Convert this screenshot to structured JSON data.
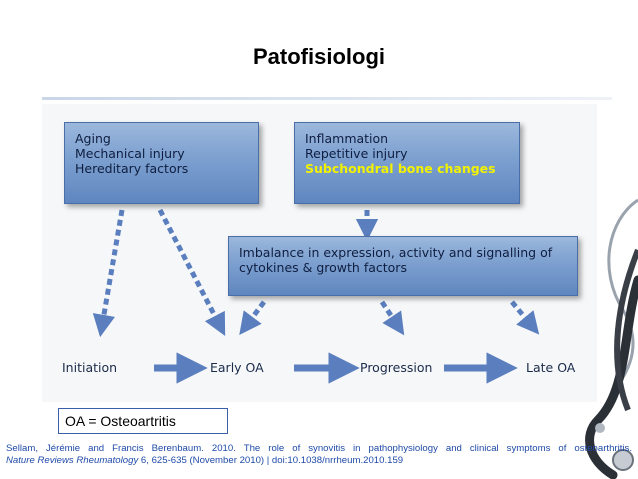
{
  "slide": {
    "title": "Patofisiologi"
  },
  "diagram": {
    "causes_left": [
      "Aging",
      "Mechanical injury",
      "Hereditary factors"
    ],
    "causes_right": [
      "Inflammation",
      "Repetitive injury"
    ],
    "causes_right_highlight": "Subchondral bone changes",
    "imbalance": "Imbalance in expression, activity and signalling of cytokines & growth factors",
    "stages": [
      "Initiation",
      "Early OA",
      "Progression",
      "Late OA"
    ]
  },
  "legend": {
    "text": "OA = Osteoartritis"
  },
  "citation": {
    "line1": "Sellam, Jérémie and Francis Berenbaum. 2010. The role of synovitis in pathophysiology and clinical symptoms of osteoarthritis.",
    "journal": "Nature Reviews Rheumatology",
    "line2_rest": " 6, 625-635 (November 2010) | doi:10.1038/nrrheum.2010.159"
  },
  "colors": {
    "box_fill": "#7fa2d1",
    "highlight": "#f2f200",
    "arrow": "#5b7fbe",
    "citation": "#1f4aa8"
  }
}
